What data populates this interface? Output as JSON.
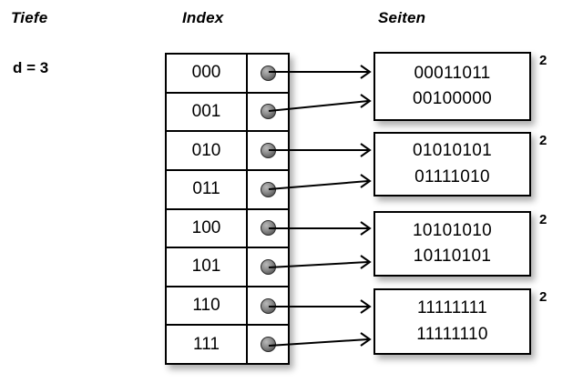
{
  "headers": {
    "depth": "Tiefe",
    "index": "Index",
    "pages": "Seiten"
  },
  "depth": {
    "label": "d = 3"
  },
  "index_table": {
    "rows": [
      {
        "key": "000",
        "pointer": "pointer-dot"
      },
      {
        "key": "001",
        "pointer": "pointer-dot"
      },
      {
        "key": "010",
        "pointer": "pointer-dot"
      },
      {
        "key": "011",
        "pointer": "pointer-dot"
      },
      {
        "key": "100",
        "pointer": "pointer-dot"
      },
      {
        "key": "101",
        "pointer": "pointer-dot"
      },
      {
        "key": "110",
        "pointer": "pointer-dot"
      },
      {
        "key": "111",
        "pointer": "pointer-dot"
      }
    ]
  },
  "pages": [
    {
      "line1": "00011011",
      "line2": "00100000",
      "count": "2"
    },
    {
      "line1": "01010101",
      "line2": "01111010",
      "count": "2"
    },
    {
      "line1": "10101010",
      "line2": "10110101",
      "count": "2"
    },
    {
      "line1": "11111111",
      "line2": "11111110",
      "count": "2"
    }
  ],
  "colors": {
    "background": "#ffffff",
    "stroke": "#000000",
    "pointer_dot": "#8c8c8c"
  }
}
